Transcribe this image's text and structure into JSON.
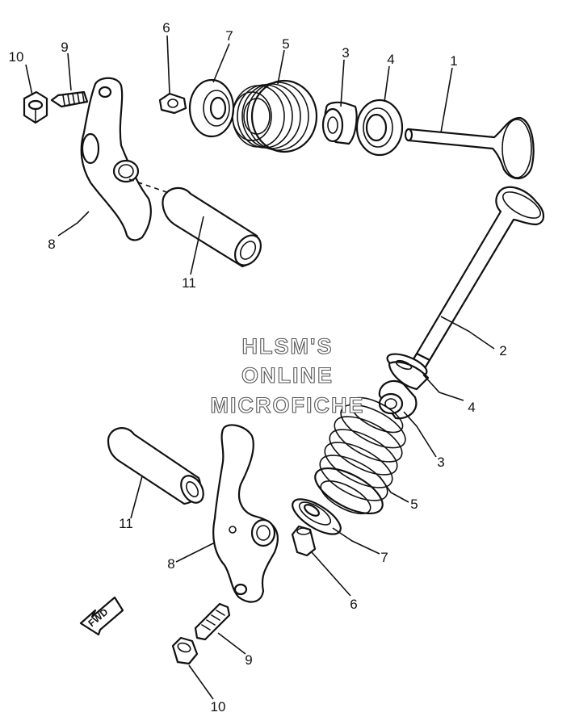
{
  "watermark": {
    "line1": "HLSM'S",
    "line2": "ONLINE",
    "line3": "MICROFICHE"
  },
  "fwd_label": "FWD",
  "callouts": {
    "c1": "1",
    "c2": "2",
    "c3_top": "3",
    "c3_bottom": "3",
    "c4_top": "4",
    "c4_bottom": "4",
    "c5_top": "5",
    "c5_bottom": "5",
    "c6_top": "6",
    "c6_bottom": "6",
    "c7_top": "7",
    "c7_bottom": "7",
    "c8_top": "8",
    "c8_bottom": "8",
    "c9_top": "9",
    "c9_bottom": "9",
    "c10_top": "10",
    "c10_bottom": "10",
    "c11_top": "11",
    "c11_bottom": "11"
  }
}
